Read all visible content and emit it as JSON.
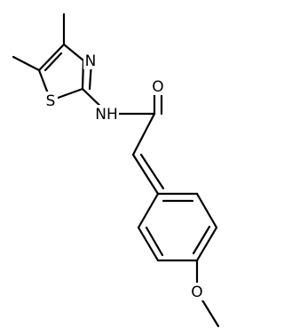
{
  "molecule": {
    "atom_labels": {
      "thiazole_nitrogen": "N",
      "thiazole_sulfur": "S",
      "amide_nitrogen": "NH",
      "carbonyl_oxygen": "O",
      "ether_oxygen": "O"
    }
  }
}
